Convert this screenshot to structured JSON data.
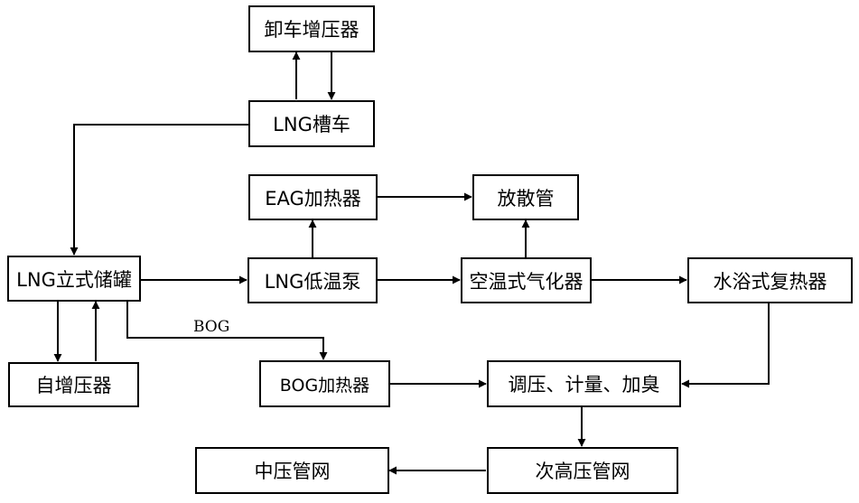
{
  "nodes": {
    "unloading_booster": "卸车增压器",
    "lng_tanker": "LNG槽车",
    "eag_heater": "EAG加热器",
    "vent_pipe": "放散管",
    "lng_tank": "LNG立式储罐",
    "lng_pump": "LNG低温泵",
    "air_vaporizer": "空温式气化器",
    "water_bath_reheater": "水浴式复热器",
    "self_booster": "自增压器",
    "bog_heater": "BOG加热器",
    "regulate_meter_odorize": "调压、计量、加臭",
    "mid_pressure_network": "中压管网",
    "sub_high_pressure_network": "次高压管网"
  },
  "edge_labels": {
    "bog": "BOG"
  }
}
